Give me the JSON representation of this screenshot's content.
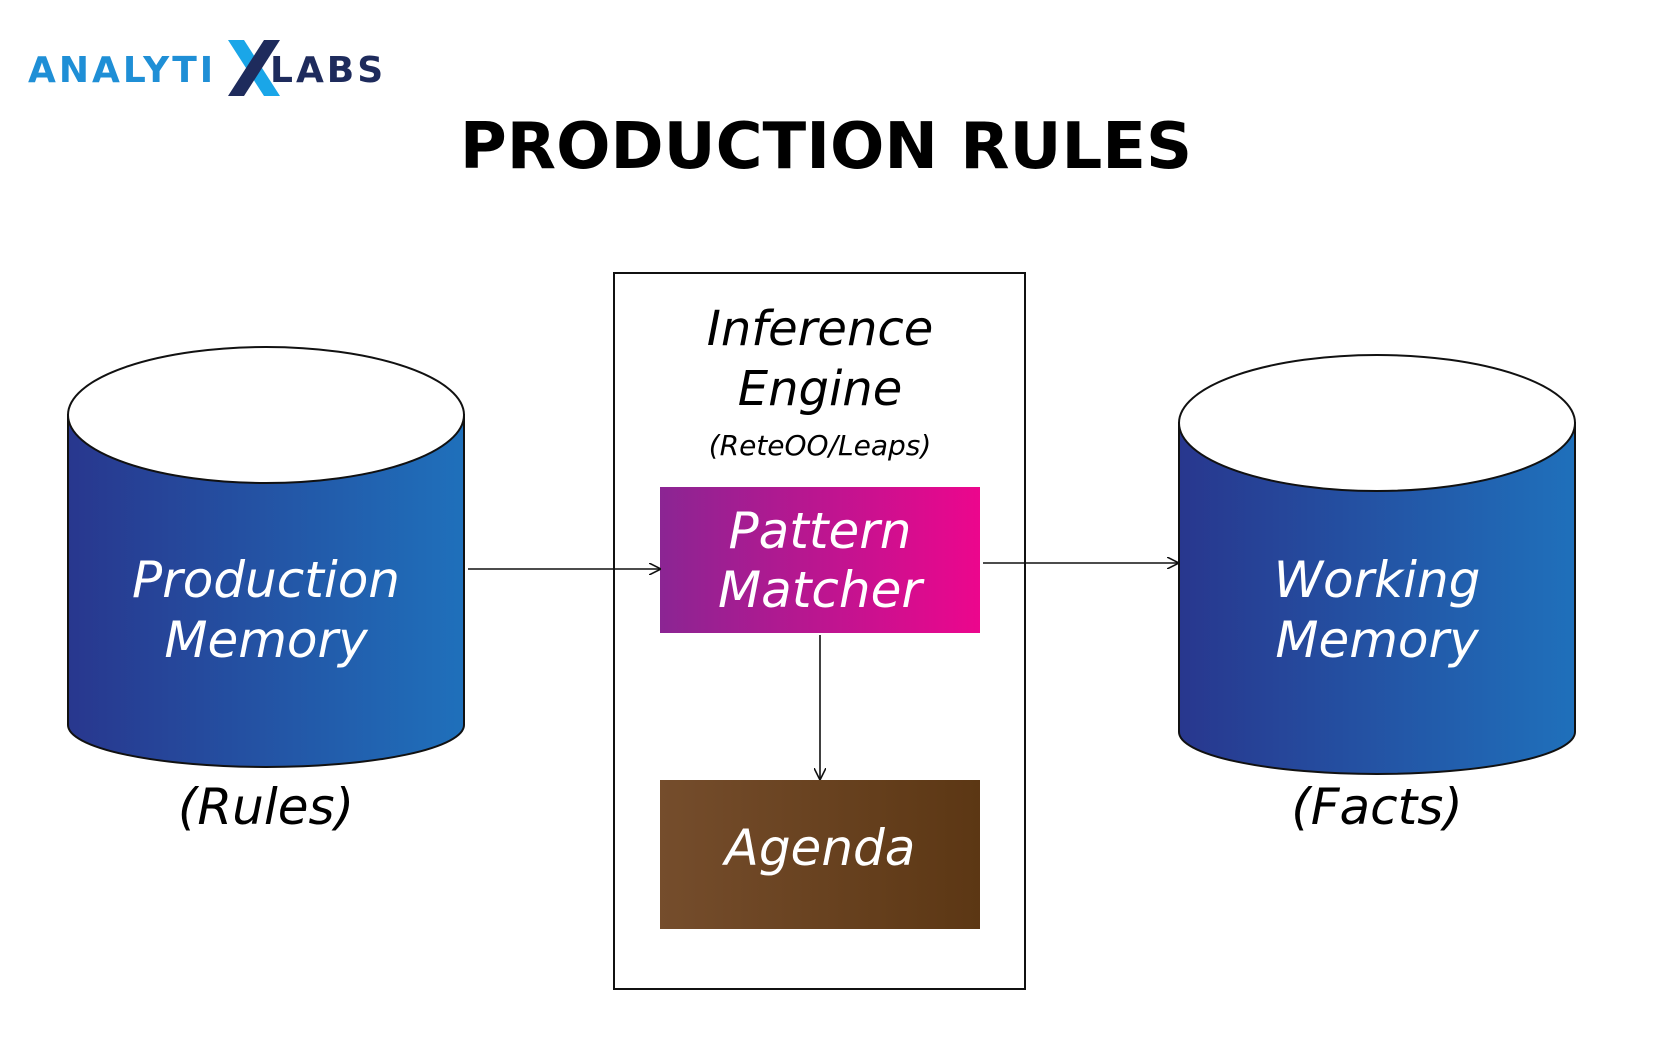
{
  "logo": {
    "part1": "ANALYTI",
    "part2": "X",
    "part3": "LABS",
    "colors": {
      "text_blue": "#1f8fd6",
      "x_blue": "#1aa6e8",
      "navy": "#1e2b5c"
    }
  },
  "title": "PRODUCTION RULES",
  "production_memory": {
    "line1": "Production",
    "line2": "Memory",
    "caption": "(Rules)"
  },
  "inference_engine": {
    "line1": "Inference",
    "line2": "Engine",
    "subtitle": "(ReteOO/Leaps)"
  },
  "pattern_matcher": {
    "line1": "Pattern",
    "line2": "Matcher"
  },
  "agenda": {
    "label": "Agenda"
  },
  "working_memory": {
    "line1": "Working",
    "line2": "Memory",
    "caption": "(Facts)"
  },
  "colors": {
    "cylinder_left": "#28378e",
    "cylinder_right": "#1f70bb",
    "pattern_left": "#8b2593",
    "pattern_right": "#ec068d",
    "agenda_left": "#754d2c",
    "agenda_right": "#5c3714"
  }
}
